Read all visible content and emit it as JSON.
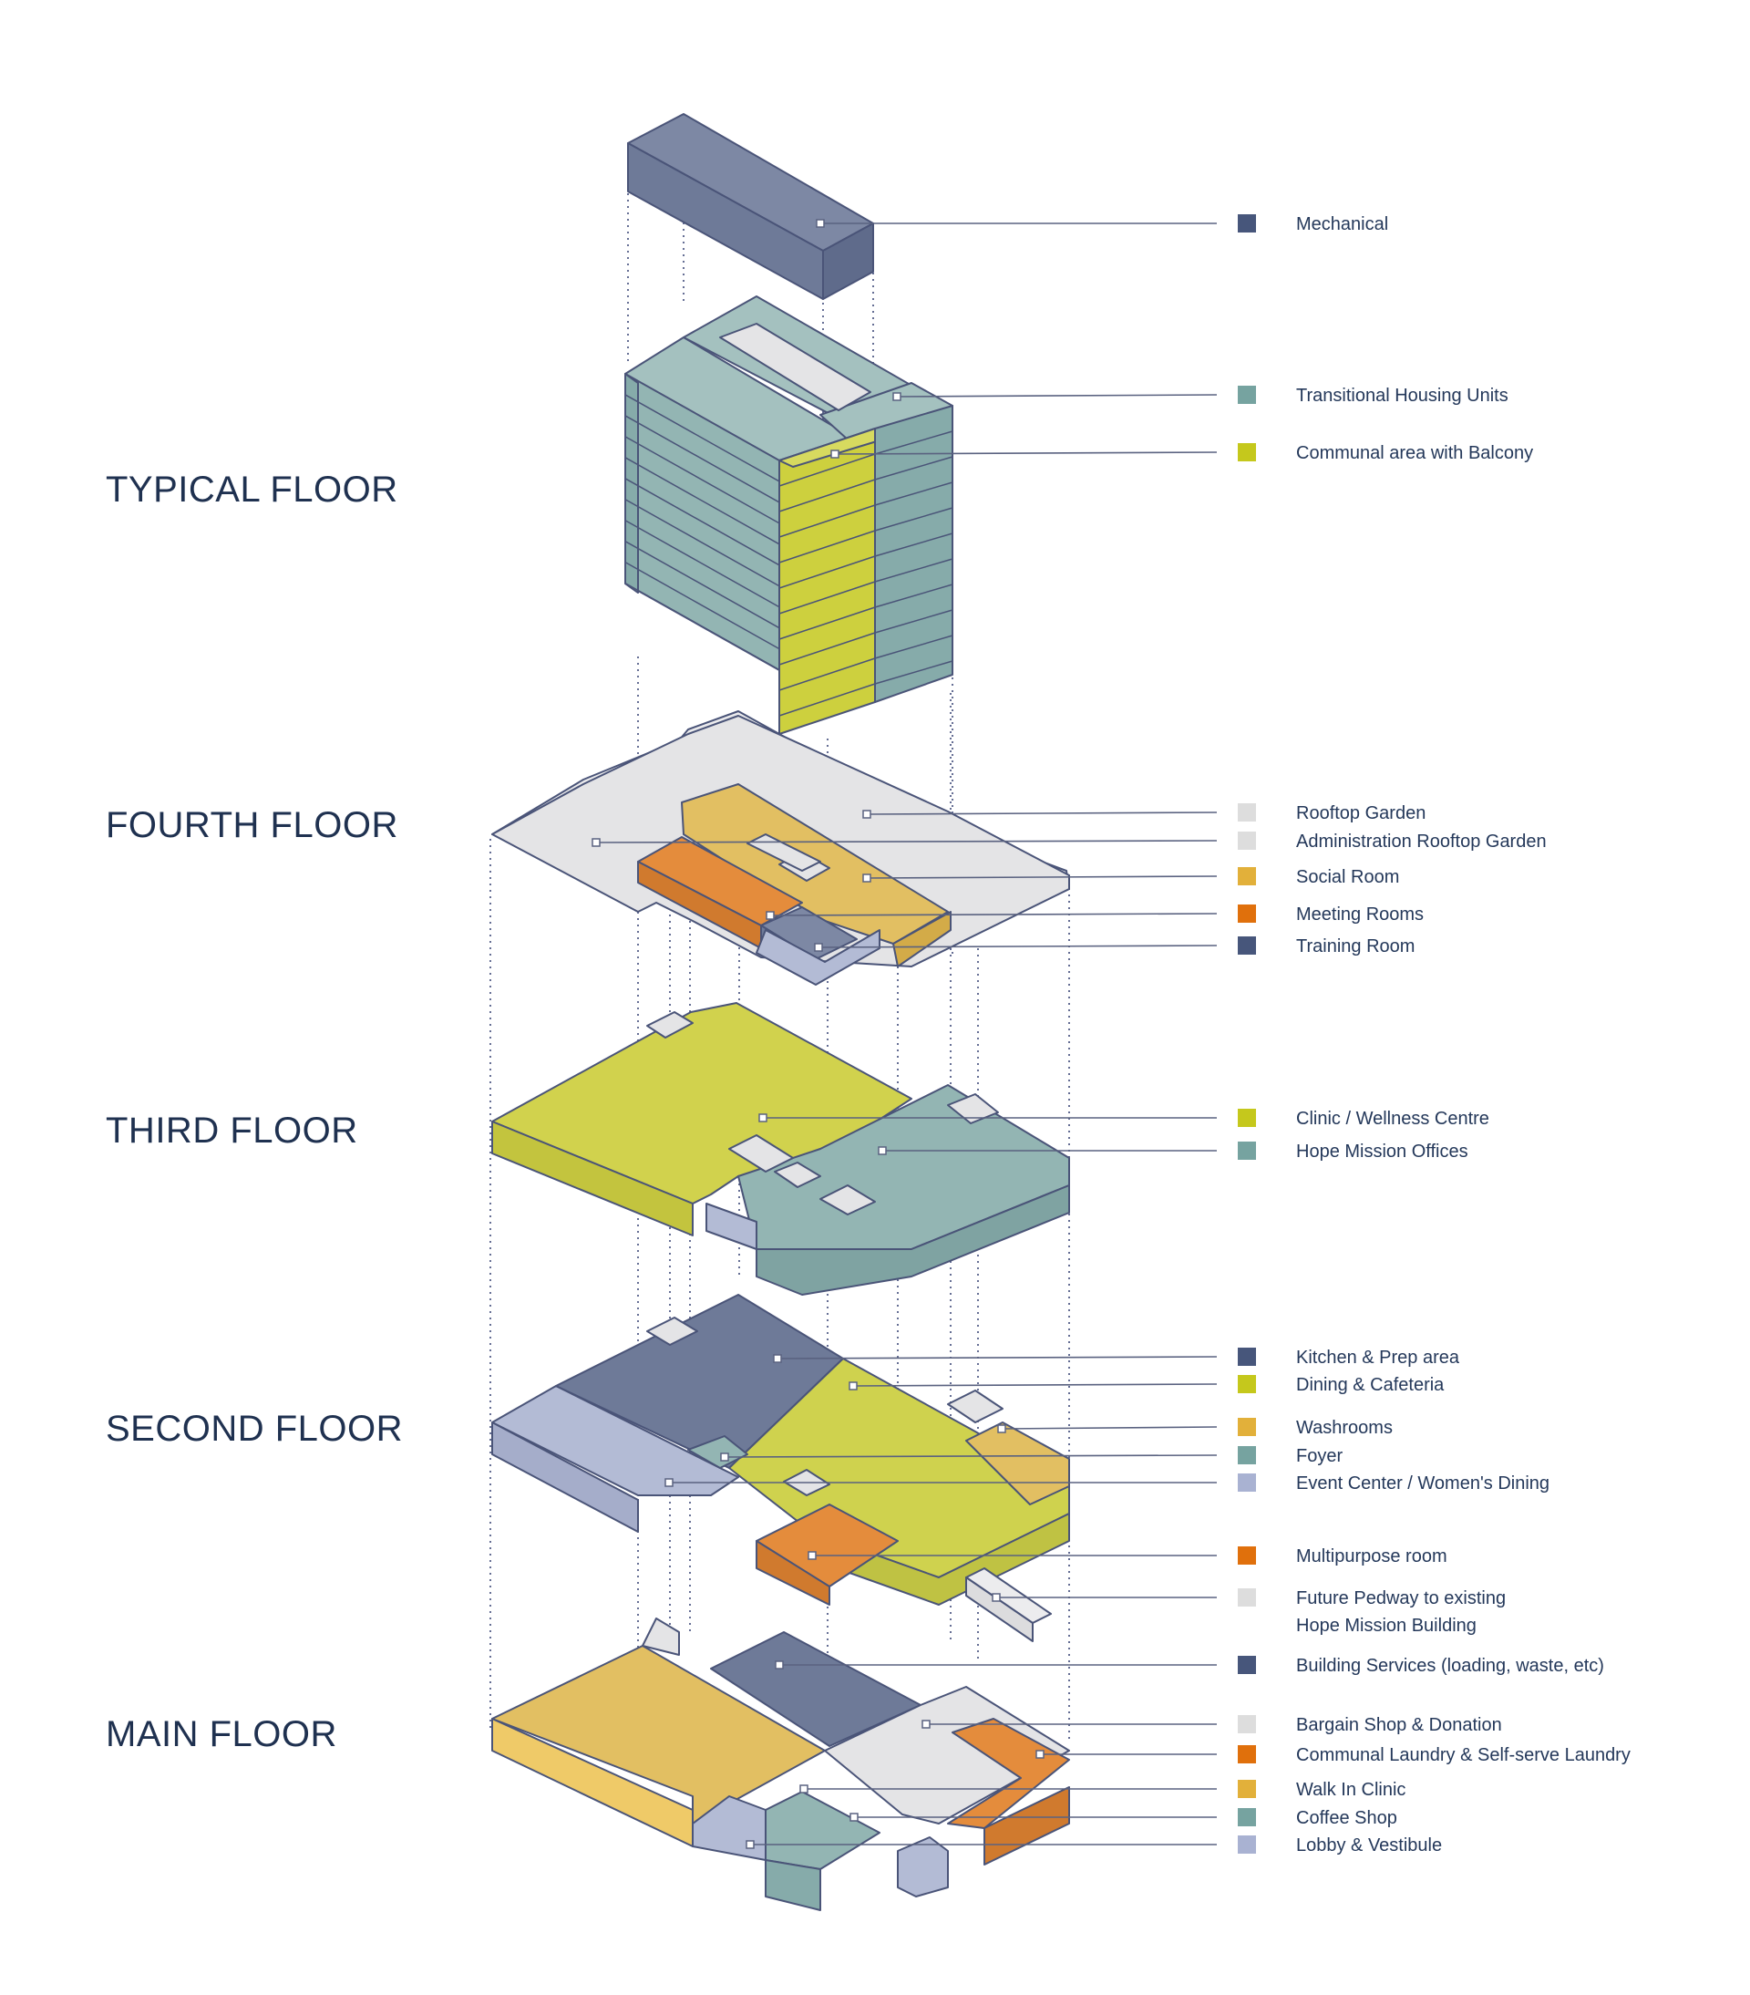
{
  "colors": {
    "navy": "#6e7a98",
    "teal": "#93b5b3",
    "lime": "#cfd24e",
    "gold": "#e2bf62",
    "orange": "#e48c3c",
    "lightgrey": "#e4e4e6",
    "lavender": "#b3bbd5",
    "swatch_navy": "#47567b",
    "swatch_teal": "#76a3a0",
    "swatch_lime": "#c5c81c",
    "swatch_gold": "#e2b03a",
    "swatch_orange": "#e0700c",
    "swatch_grey": "#dddddd",
    "swatch_lavender": "#a9b2d2"
  },
  "floors": [
    {
      "label": "TYPICAL FLOOR"
    },
    {
      "label": "FOURTH FLOOR"
    },
    {
      "label": "THIRD FLOOR"
    },
    {
      "label": "SECOND FLOOR"
    },
    {
      "label": "MAIN FLOOR"
    }
  ],
  "legend": [
    {
      "label": "Mechanical",
      "swatch": "swatch_navy"
    },
    {
      "label": "Transitional Housing Units",
      "swatch": "swatch_teal"
    },
    {
      "label": "Communal area with Balcony",
      "swatch": "swatch_lime"
    },
    {
      "label": "Rooftop Garden",
      "swatch": "swatch_grey"
    },
    {
      "label": "Administration Rooftop Garden",
      "swatch": "swatch_grey"
    },
    {
      "label": "Social Room",
      "swatch": "swatch_gold"
    },
    {
      "label": "Meeting Rooms",
      "swatch": "swatch_orange"
    },
    {
      "label": "Training Room",
      "swatch": "swatch_navy"
    },
    {
      "label": "Clinic / Wellness Centre",
      "swatch": "swatch_lime"
    },
    {
      "label": "Hope Mission Offices",
      "swatch": "swatch_teal"
    },
    {
      "label": "Kitchen & Prep area",
      "swatch": "swatch_navy"
    },
    {
      "label": "Dining & Cafeteria",
      "swatch": "swatch_lime"
    },
    {
      "label": "Washrooms",
      "swatch": "swatch_gold"
    },
    {
      "label": "Foyer",
      "swatch": "swatch_teal"
    },
    {
      "label": "Event Center / Women's Dining",
      "swatch": "swatch_lavender"
    },
    {
      "label": "Multipurpose room",
      "swatch": "swatch_orange"
    },
    {
      "label": "Future Pedway to existing",
      "label2": "Hope Mission Building",
      "swatch": "swatch_grey"
    },
    {
      "label": "Building Services (loading, waste, etc)",
      "swatch": "swatch_navy"
    },
    {
      "label": "Bargain Shop & Donation",
      "swatch": "swatch_grey"
    },
    {
      "label": "Communal Laundry & Self-serve Laundry",
      "swatch": "swatch_orange"
    },
    {
      "label": "Walk In Clinic",
      "swatch": "swatch_gold"
    },
    {
      "label": "Coffee Shop",
      "swatch": "swatch_teal"
    },
    {
      "label": "Lobby & Vestibule",
      "swatch": "swatch_lavender"
    }
  ]
}
